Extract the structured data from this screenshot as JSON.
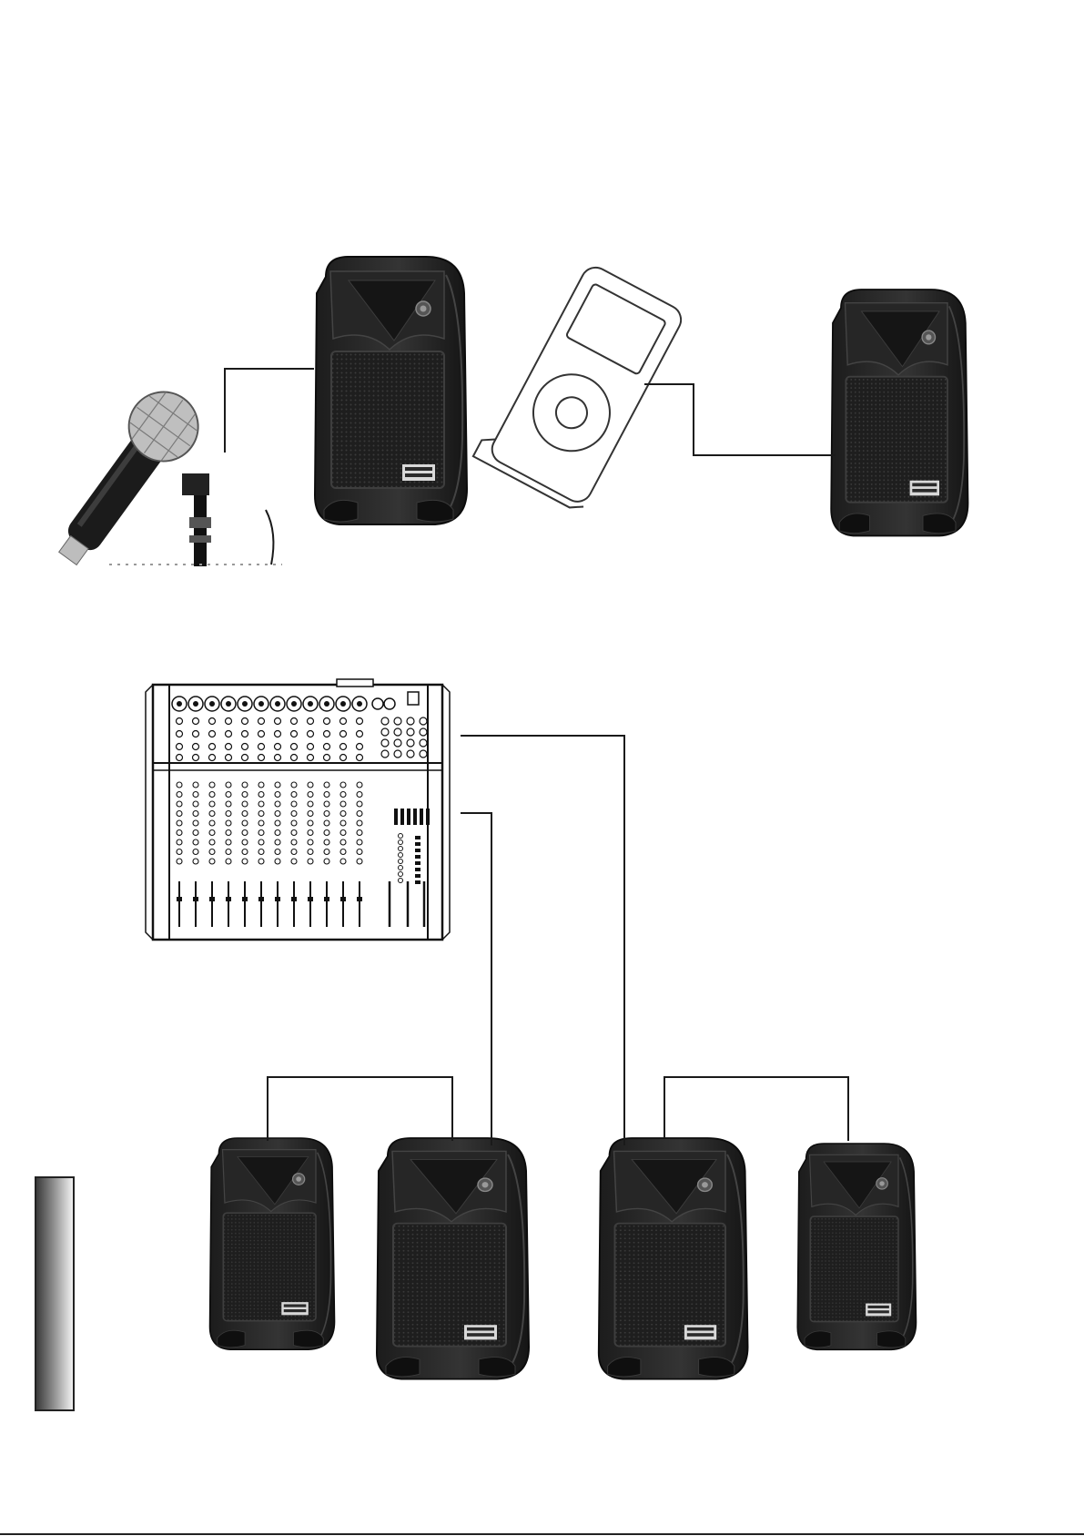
{
  "diagram": {
    "scenes": [
      {
        "id": "scene-1",
        "sources": [
          "microphone",
          "mp3-player"
        ],
        "speakers": 2
      },
      {
        "id": "scene-2",
        "sources": [
          "mixing-console"
        ],
        "speakers": 4
      }
    ],
    "colors": {
      "cable": "#1a1a1a",
      "speaker_body": "#2b2b2b",
      "speaker_grille": "#1c1c1c",
      "outline": "#222222"
    },
    "icons": [
      "microphone-icon",
      "mp3-player-icon",
      "mixer-icon",
      "speaker-icon"
    ]
  }
}
